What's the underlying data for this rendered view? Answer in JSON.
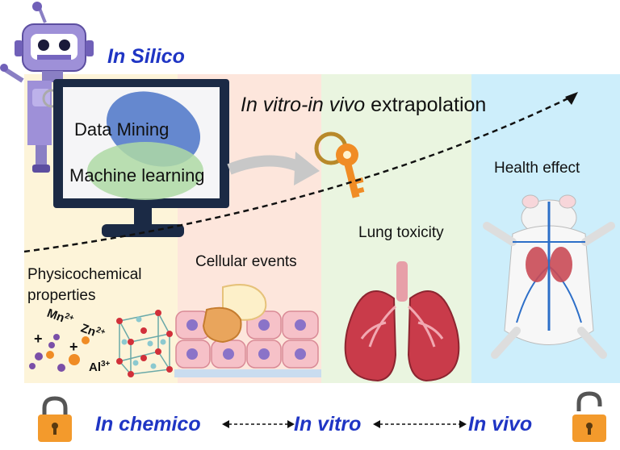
{
  "labels": {
    "in_silico": "In Silico",
    "extrapolation_italic": "In vitro-in vivo",
    "extrapolation_rest": " extrapolation",
    "data_mining": "Data Mining",
    "machine_learning": "Machine learning",
    "health_effect": "Health effect",
    "lung_toxicity": "Lung toxicity",
    "cellular_events": "Cellular events",
    "physicochemical_line1": "Physicochemical",
    "physicochemical_line2": "properties",
    "ion_mn": "Mn",
    "ion_mn_sup": "2+",
    "ion_zn": "Zn",
    "ion_zn_sup": "2+",
    "ion_al": "Al",
    "ion_al_sup": "3+",
    "plus": "+"
  },
  "footer": {
    "in_chemico": "In chemico",
    "in_vitro": "In vitro",
    "in_vivo": "In vivo"
  },
  "colors": {
    "panel_silico": "#fdf4d9",
    "panel_vitro": "#fde6dc",
    "panel_lung": "#eaf5e0",
    "panel_vivo": "#cdeefb",
    "accent_blue": "#1f35c4",
    "lock_orange": "#f39a2c"
  }
}
